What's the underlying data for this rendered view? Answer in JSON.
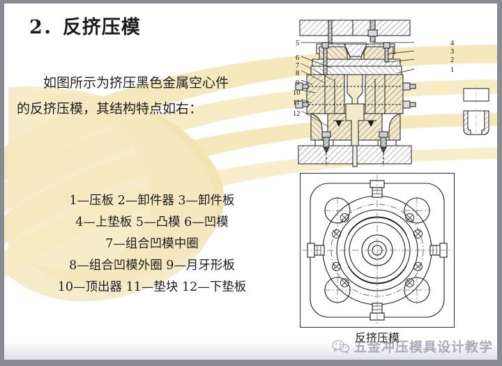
{
  "slide": {
    "title": "2．反挤压模",
    "body_indent_marker": "　",
    "body_line1": "如图所示为挤压黑色金属空心件",
    "body_line2": "的反挤压模，其结构特点如右："
  },
  "legend": {
    "lines": [
      "1—压板 2—卸件器 3—卸件板",
      "4—上垫板  5—凸模 6—凹模",
      "7—组合凹模中圈",
      "8—组合凹模外圈  9—月牙形板",
      "10—顶出器 11—垫块 12—下垫板"
    ],
    "items": [
      {
        "no": "1",
        "label": "压板"
      },
      {
        "no": "2",
        "label": "卸件器"
      },
      {
        "no": "3",
        "label": "卸件板"
      },
      {
        "no": "4",
        "label": "上垫板"
      },
      {
        "no": "5",
        "label": "凸模"
      },
      {
        "no": "6",
        "label": "凹模"
      },
      {
        "no": "7",
        "label": "组合凹模中圈"
      },
      {
        "no": "8",
        "label": "组合凹模外圈"
      },
      {
        "no": "9",
        "label": "月牙形板"
      },
      {
        "no": "10",
        "label": "顶出器"
      },
      {
        "no": "11",
        "label": "垫块"
      },
      {
        "no": "12",
        "label": "下垫板"
      }
    ]
  },
  "figure": {
    "caption": "反挤压模",
    "callouts_left": [
      "5",
      "6",
      "7",
      "8",
      "9",
      "10",
      "11",
      "12"
    ],
    "callouts_right": [
      "4",
      "3",
      "2",
      "1"
    ]
  },
  "watermark": {
    "text": "五金冲压模具设计教学",
    "icon": "wechat-icon"
  },
  "colors": {
    "frame": "#8a8a92",
    "page_background": "#ffffff",
    "swoosh": "#f5e8bc",
    "swoosh_light": "#faf1d6",
    "ink": "#1b1b1b",
    "hatch_fill": "#f3eacb",
    "watermark": "#5a5a78"
  }
}
